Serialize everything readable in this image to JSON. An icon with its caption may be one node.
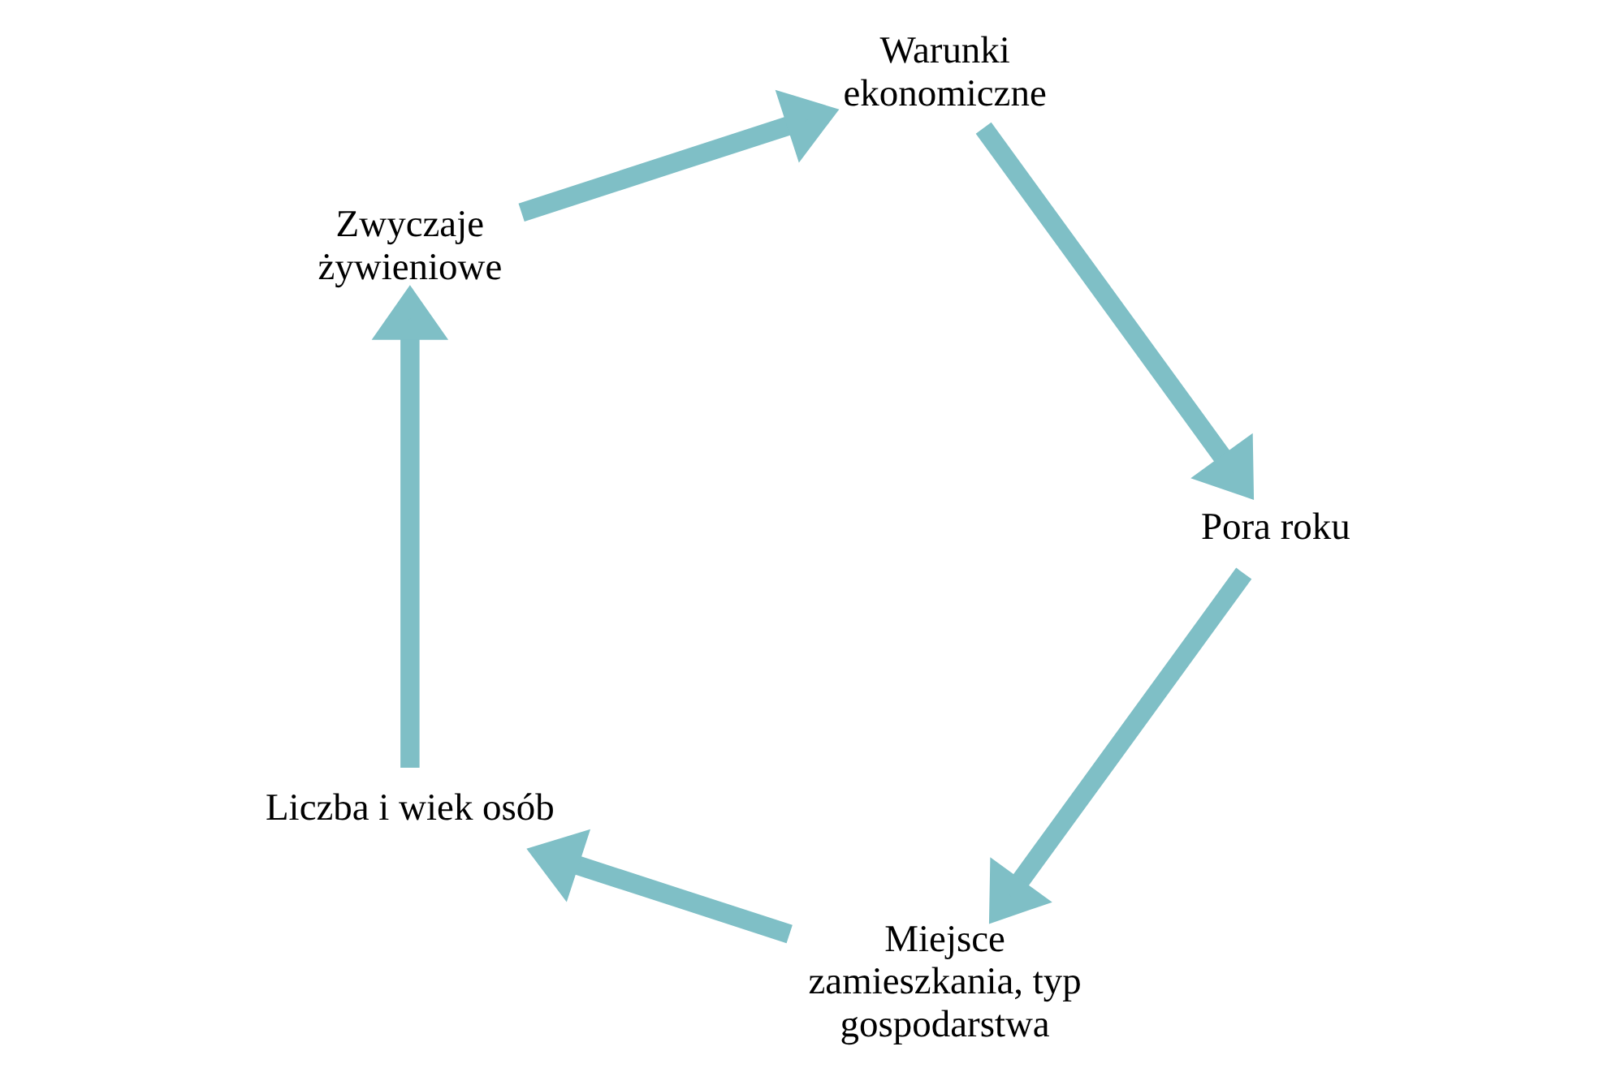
{
  "diagram": {
    "nodes": [
      {
        "text": [
          "Miejsce zamieszkania, typ gospodarstwa"
        ]
      },
      {
        "text": [
          "Liczba i wiek osób"
        ]
      },
      {
        "text": [
          "Pora roku"
        ]
      },
      {
        "text": [
          "Zwyczaje żywieniowe"
        ]
      },
      {
        "text": [
          "Warunki ekonomiczne"
        ]
      }
    ],
    "edges": [
      {
        "from": 0,
        "to": 1,
        "arrow": "to"
      },
      {
        "from": 1,
        "to": 3,
        "arrow": "to"
      },
      {
        "from": 3,
        "to": 4,
        "arrow": "to"
      },
      {
        "from": 4,
        "to": 2,
        "arrow": "to"
      },
      {
        "from": 2,
        "to": 0,
        "arrow": "to"
      }
    ]
  }
}
